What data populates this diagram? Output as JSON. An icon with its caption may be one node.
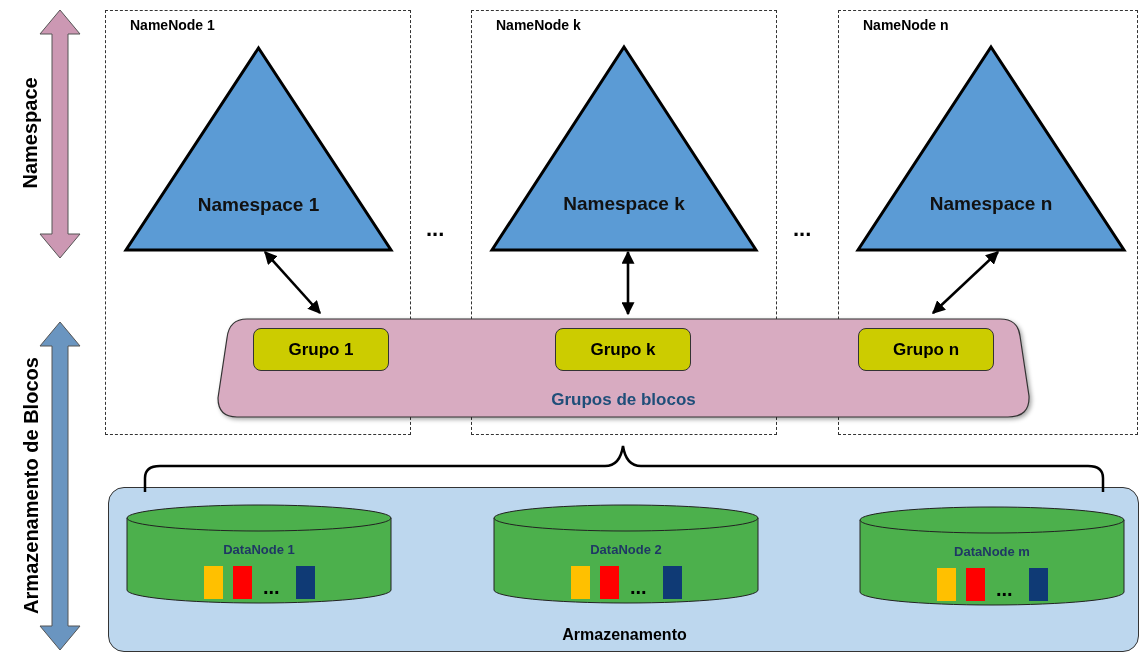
{
  "diagram": {
    "nodes": [
      {
        "text": [
          "NameNode 1"
        ]
      },
      {
        "text": [
          "Namespace 1"
        ],
        "in": 0
      },
      {
        "text": [
          "NameNode k"
        ]
      },
      {
        "text": [
          "Namespace k"
        ],
        "in": 2
      },
      {
        "text": [
          "NameNode n"
        ]
      },
      {
        "text": [
          "Namespace n"
        ],
        "in": 4
      },
      {
        "text": [
          "Grupos de blocos"
        ]
      },
      {
        "text": [
          "Grupo 1"
        ]
      },
      {
        "text": [
          "Grupo k"
        ]
      },
      {
        "text": [
          "Grupo n"
        ]
      },
      {
        "text": [
          "Armazenamento"
        ]
      },
      {
        "text": [
          "DataNode 1",
          "..."
        ],
        "in": 10
      },
      {
        "text": [
          "DataNode 2",
          "..."
        ],
        "in": 10
      },
      {
        "text": [
          "DataNode m",
          "..."
        ],
        "in": 10
      }
    ],
    "edges": [
      {
        "from": 1,
        "to": 7,
        "arrow": "both"
      },
      {
        "from": 3,
        "to": 8,
        "arrow": "both"
      },
      {
        "from": 5,
        "to": 9,
        "arrow": "both"
      }
    ],
    "labels": [
      "Namespace",
      "Armazenamento de Blocos",
      "...",
      "..."
    ]
  }
}
